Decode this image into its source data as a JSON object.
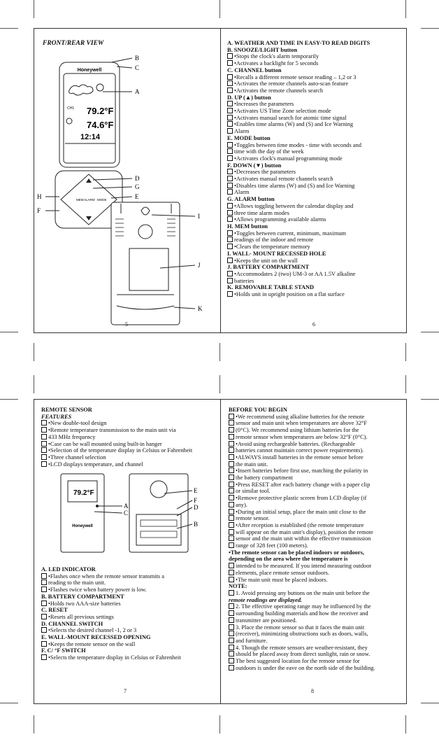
{
  "page5": {
    "title": "FRONT/REAR VIEW",
    "brand": "Honeywell",
    "display": {
      "temp_outdoor": "79.2°F",
      "temp_indoor": "74.6°F",
      "time": "12:14",
      "ch": "CH1"
    },
    "buttons": {
      "mode": "MODE",
      "alarm": "ALARM",
      "mem": "MEM"
    },
    "callouts": [
      "B",
      "C",
      "A",
      "D",
      "G",
      "H",
      "E",
      "F",
      "I",
      "J",
      "K"
    ],
    "page_number": "5"
  },
  "page6": {
    "lines": [
      {
        "t": "A. WEATHER AND TIME IN EASY-TO READ DIGITS",
        "s": "head"
      },
      {
        "t": "B. SNOOZE/LIGHT button",
        "s": "head"
      },
      {
        "t": "•Stops the clock's alarm temporarily",
        "s": "item"
      },
      {
        "t": "•Activates a backlight for 5 seconds",
        "s": "item"
      },
      {
        "t": "C. CHANNEL button",
        "s": "head"
      },
      {
        "t": "•Recalls a different remote sensor reading – 1,2 or 3",
        "s": "item"
      },
      {
        "t": "•Activates the remote channels auto-scan feature",
        "s": "item"
      },
      {
        "t": "•Activates the remote channels search",
        "s": "item"
      },
      {
        "t": "D. UP (▲) button",
        "s": "head"
      },
      {
        "t": "•Increases the parameters",
        "s": "item"
      },
      {
        "t": "•Activates US Time Zone selection mode",
        "s": "item"
      },
      {
        "t": "•Activates manual search for atomic time signal",
        "s": "item"
      },
      {
        "t": "•Enables time alarms (W) and (S) and Ice Warning",
        "s": "item"
      },
      {
        "t": "Alarm",
        "s": "item"
      },
      {
        "t": "E. MODE button",
        "s": "head"
      },
      {
        "t": "•Toggles between time modes - time with seconds and",
        "s": "item"
      },
      {
        "t": "time with the day of the week",
        "s": "item"
      },
      {
        "t": "•Activates clock's manual programming mode",
        "s": "item"
      },
      {
        "t": "F. DOWN (▼) button",
        "s": "head"
      },
      {
        "t": "•Decreases the parameters",
        "s": "item"
      },
      {
        "t": "•Activates manual remote channels search",
        "s": "item"
      },
      {
        "t": "•Disables time alarms (W) and (S) and Ice Warning",
        "s": "item"
      },
      {
        "t": "Alarm",
        "s": "item"
      },
      {
        "t": "G. ALARM button",
        "s": "head"
      },
      {
        "t": "•Allows toggling between the calendar display and",
        "s": "item"
      },
      {
        "t": "three time alarm modes",
        "s": "item"
      },
      {
        "t": "•Allows programming available alarms",
        "s": "item"
      },
      {
        "t": "H. MEM button",
        "s": "head"
      },
      {
        "t": "•Toggles between current, minimum, maximum",
        "s": "item"
      },
      {
        "t": "readings of the indoor and remote",
        "s": "item"
      },
      {
        "t": "•Clears the temperature memory",
        "s": "item"
      },
      {
        "t": "I. WALL- MOUNT RECESSED HOLE",
        "s": "head"
      },
      {
        "t": "•Keeps the unit on the wall",
        "s": "item"
      },
      {
        "t": "J. BATTERY COMPARTMENT",
        "s": "head"
      },
      {
        "t": "•Accommodates 2 (two) UM-3 or AA 1.5V alkaline",
        "s": "item"
      },
      {
        "t": "batteries",
        "s": "item"
      },
      {
        "t": "K. REMOVABLE TABLE STAND",
        "s": "head"
      },
      {
        "t": "•Holds unit in upright position on a flat surface",
        "s": "item"
      }
    ],
    "page_number": "6"
  },
  "page7": {
    "lines": [
      {
        "t": "REMOTE SENSOR",
        "s": "head"
      },
      {
        "t": "FEATURES",
        "s": "ital"
      },
      {
        "t": "•New double-tool design",
        "s": "item"
      },
      {
        "t": "•Remote temperature transmission to the main unit via",
        "s": "item"
      },
      {
        "t": "433 MHz frequency",
        "s": "item"
      },
      {
        "t": "•Case can be wall mounted using built-in hanger",
        "s": "item"
      },
      {
        "t": "•Selection of the temperature display in Celsius or Fahrenheit",
        "s": "item"
      },
      {
        "t": "•Three channel selection",
        "s": "item"
      },
      {
        "t": "•LCD displays temperature, and channel",
        "s": "item"
      }
    ],
    "lines2": [
      {
        "t": "A. LED INDICATOR",
        "s": "head"
      },
      {
        "t": "•Flashes once when the remote sensor transmits a",
        "s": "item"
      },
      {
        "t": "reading to the main unit.",
        "s": "item"
      },
      {
        "t": "•Flashes twice when battery power is low.",
        "s": "item"
      },
      {
        "t": "B. BATTERY COMPARTMENT",
        "s": "head"
      },
      {
        "t": "•Holds two AAA-size batteries",
        "s": "item"
      },
      {
        "t": "C. RESET",
        "s": "head"
      },
      {
        "t": "•Resets all previous settings",
        "s": "item"
      },
      {
        "t": "D. CHANNEL SWITCH",
        "s": "head"
      },
      {
        "t": "•Selects the desired channel -1, 2 or 3",
        "s": "item"
      },
      {
        "t": "E. WALL-MOUNT RECESSED OPENING",
        "s": "head"
      },
      {
        "t": "•Keeps the remote sensor on the wall",
        "s": "item"
      },
      {
        "t": "F. C/ °F SWITCH",
        "s": "head"
      },
      {
        "t": "•Selects the temperature display in Celsius or Fahrenheit",
        "s": "item"
      }
    ],
    "sensor_display": "79.2°F",
    "brand": "Honeywell",
    "callouts": [
      "A",
      "C",
      "E",
      "F",
      "D",
      "B"
    ],
    "page_number": "7"
  },
  "page8": {
    "lines": [
      {
        "t": "BEFORE YOU BEGIN",
        "s": "head"
      },
      {
        "t": "•We recommend using alkaline batteries for the remote",
        "s": "item"
      },
      {
        "t": "sensor and main unit when temperatures are above 32°F",
        "s": "item"
      },
      {
        "t": "(0°C). We recommend using lithium batteries for the",
        "s": "item"
      },
      {
        "t": "remote sensor when temperatures are below 32°F (0°C).",
        "s": "item"
      },
      {
        "t": "•Avoid using rechargeable batteries. (Rechargeable",
        "s": "item"
      },
      {
        "t": "batteries cannot maintain correct power requirements).",
        "s": "item"
      },
      {
        "t": "•ALWAYS install batteries in the remote sensor before",
        "s": "item"
      },
      {
        "t": "the main unit.",
        "s": "item"
      },
      {
        "t": "•Insert batteries before first use, matching the polarity in",
        "s": "item"
      },
      {
        "t": "the battery compartment",
        "s": "item"
      },
      {
        "t": "•Press RESET after each battery change with a paper clip",
        "s": "item"
      },
      {
        "t": "or similar tool.",
        "s": "item"
      },
      {
        "t": "•Remove protective plastic screen from LCD display (if",
        "s": "item"
      },
      {
        "t": "any).",
        "s": "item"
      },
      {
        "t": "•During an initial setup, place the main unit close to the",
        "s": "item"
      },
      {
        "t": "remote sensor.",
        "s": "item"
      },
      {
        "t": "•After reception is established (the remote temperature",
        "s": "item"
      },
      {
        "t": "will appear on the main unit's display), position the remote",
        "s": "item"
      },
      {
        "t": "sensor and the main unit within the effective transmission",
        "s": "item"
      },
      {
        "t": "range of 328 feet (100 meters).",
        "s": "item"
      },
      {
        "t": "•The remote sensor can be placed indoors or outdoors,",
        "s": "bold"
      },
      {
        "t": "depending on the area where the temperature is",
        "s": "bold"
      },
      {
        "t": "intended to be measured. If you intend measuring outdoor",
        "s": "item"
      },
      {
        "t": "elements, place remote sensor outdoors.",
        "s": "item"
      },
      {
        "t": "•The main unit must be placed indoors.",
        "s": "item"
      },
      {
        "t": "NOTE:",
        "s": "head"
      },
      {
        "t": "1. Avoid pressing any buttons on the main unit before the",
        "s": "item"
      },
      {
        "t": "remote readings are displayed.",
        "s": "ital"
      },
      {
        "t": "2. The effective operating range may be influenced by the",
        "s": "item"
      },
      {
        "t": "surrounding building materials and how the receiver and",
        "s": "item"
      },
      {
        "t": "transmitter are positioned.",
        "s": "item"
      },
      {
        "t": "3. Place the remote sensor so that it faces the main unit",
        "s": "item"
      },
      {
        "t": "(receiver), minimizing obstructions such as doors, walls,",
        "s": "item"
      },
      {
        "t": "and furniture.",
        "s": "item"
      },
      {
        "t": "4. Though the remote sensors are weather-resistant, they",
        "s": "item"
      },
      {
        "t": "should be placed away from direct sunlight, rain or snow.",
        "s": "item"
      },
      {
        "t": "The best suggested location for the remote sensor for",
        "s": "item"
      },
      {
        "t": "outdoors is under the eave on the north side of the building.",
        "s": "item"
      }
    ],
    "page_number": "8"
  }
}
